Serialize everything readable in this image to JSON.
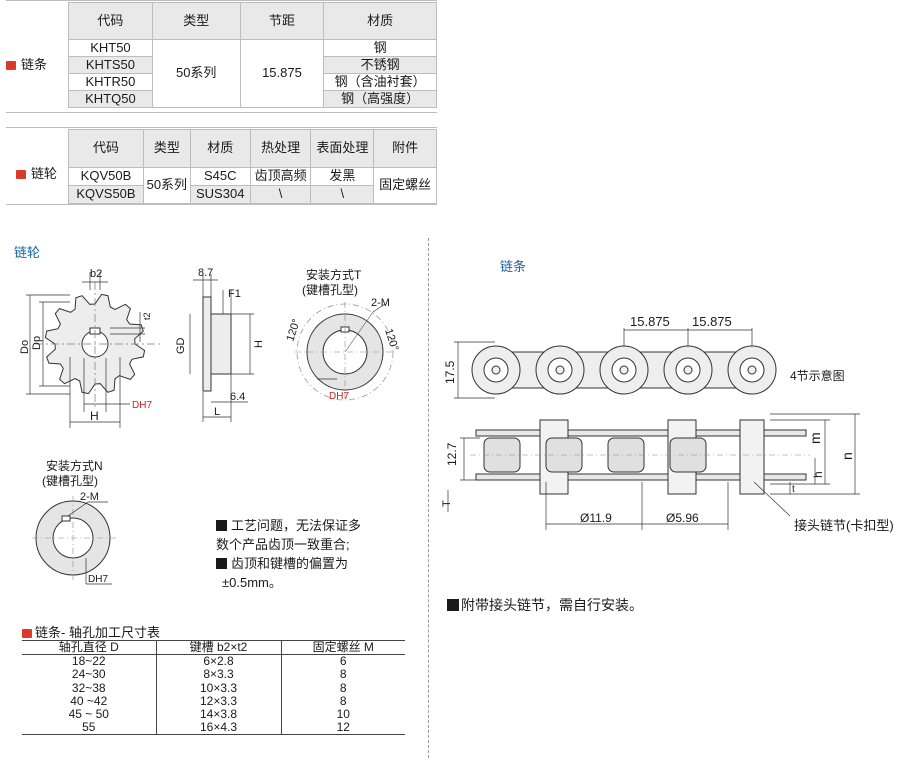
{
  "chain_table": {
    "label": "链条",
    "headers": [
      "代码",
      "类型",
      "节距",
      "材质"
    ],
    "codes": [
      "KHT50",
      "KHTS50",
      "KHTR50",
      "KHTQ50"
    ],
    "type": "50系列",
    "pitch": "15.875",
    "materials": [
      "钢",
      "不锈钢",
      "钢（含油衬套）",
      "钢（高强度）"
    ]
  },
  "sprocket_table": {
    "label": "链轮",
    "headers": [
      "代码",
      "类型",
      "材质",
      "热处理",
      "表面处理",
      "附件"
    ],
    "rows": [
      {
        "code": "KQV50B",
        "material": "S45C",
        "heat": "齿顶高频",
        "surface": "发黑"
      },
      {
        "code": "KQVS50B",
        "material": "SUS304",
        "heat": "\\",
        "surface": "\\"
      }
    ],
    "type": "50系列",
    "attachment": "固定螺丝"
  },
  "sprocket_section": {
    "title": "链轮",
    "dims": {
      "b2": "b2",
      "t2": "t2",
      "do": "Do",
      "dp": "Dp",
      "h": "H",
      "dh7": "DH7",
      "w87": "8.7",
      "f1": "F1",
      "gd": "GD",
      "hh": "H",
      "w64": "6.4",
      "l": "L"
    },
    "mount_t": {
      "title": "安装方式T",
      "subtitle": "(键槽孔型)",
      "m": "2-M",
      "a1": "120°",
      "a2": "120°",
      "dh7": "DH7"
    },
    "mount_n": {
      "title": "安装方式N",
      "subtitle": "(键槽孔型)",
      "m": "2-M",
      "dh7": "DH7"
    },
    "notes": [
      "工艺问题，无法保证多",
      "数个产品齿顶一致重合;",
      "齿顶和键槽的偏置为",
      "±0.5mm。"
    ]
  },
  "shaft_table": {
    "title": "链条- 轴孔加工尺寸表",
    "headers": [
      "轴孔直径 D",
      "键槽 b2×t2",
      "固定螺丝 M"
    ],
    "rows": [
      [
        "18~22",
        "6×2.8",
        "6"
      ],
      [
        "24~30",
        "8×3.3",
        "8"
      ],
      [
        "32~38",
        "10×3.3",
        "8"
      ],
      [
        "40 ~42",
        "12×3.3",
        "8"
      ],
      [
        "45 ~ 50",
        "14×3.8",
        "10"
      ],
      [
        "55",
        "16×4.3",
        "12"
      ]
    ]
  },
  "chain_section": {
    "title": "链条",
    "pitch1": "15.875",
    "pitch2": "15.875",
    "height": "17.5",
    "caption": "4节示意图",
    "w127": "12.7",
    "m": "m",
    "n": "n",
    "h": "h",
    "t": "t",
    "tt": "T",
    "d119": "Ø11.9",
    "d596": "Ø5.96",
    "joint": "接头链节(卡扣型)",
    "note": "附带接头链节，需自行安装。"
  }
}
